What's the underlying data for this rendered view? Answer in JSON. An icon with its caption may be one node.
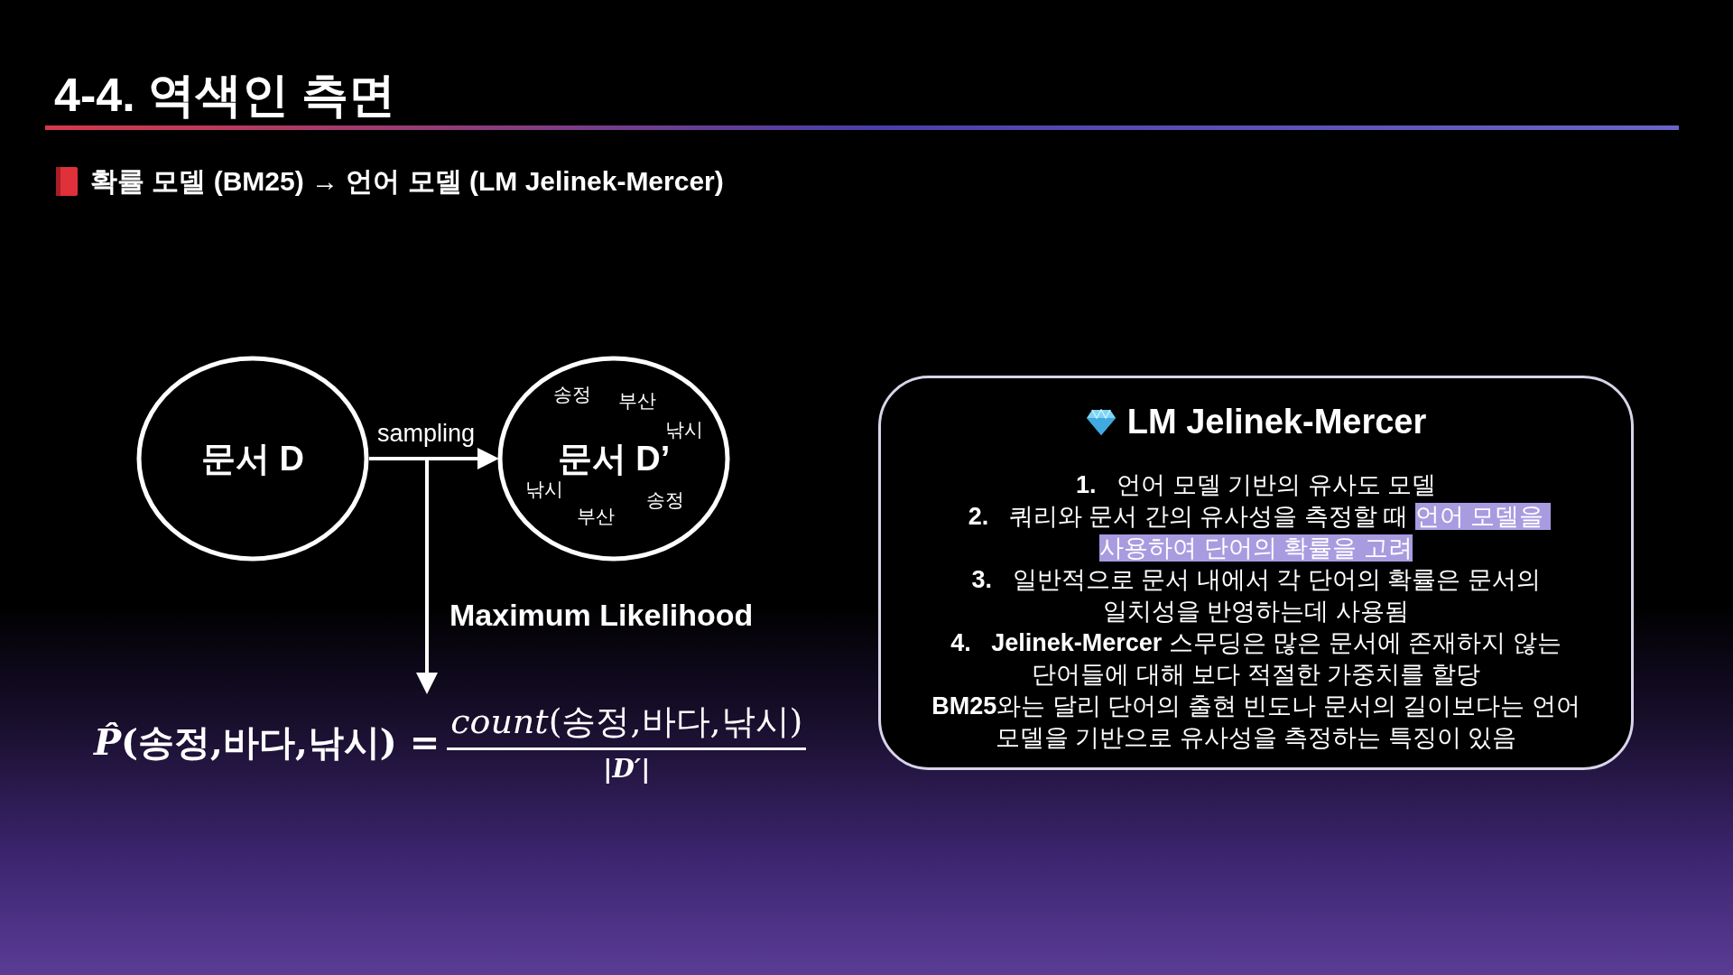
{
  "diagram": {
    "title": "4-4. 역색인 측면",
    "nodes": [
      {
        "text": [
          "문서 D"
        ]
      },
      {
        "text": [
          "송정",
          "부산",
          "낚시",
          "문서 D’",
          "낚시",
          "부산",
          "송정"
        ]
      },
      {
        "text": [
          "*P̂*(송정,바다,낚시) =",
          "*count*(송정,바다,낚시)",
          "|D′|"
        ]
      },
      {
        "text": [
          "LM Jelinek-Mercer",
          "**1.**   언어 모델 기반의 유사도 모델",
          "**2.**   쿼리와 문서 간의 유사성을 측정할 때",
          "언어 모델을 사용하여 단어의 확률을 고려",
          "**3.**   일반적으로 문서 내에서 각 단어의 확률은 문서의 일치성을 반영하는데 사용됨",
          "**4.**   **Jelinek-Mercer** 스무딩은 많은 문서에 존재하지 않는 단어들에 대해 보다 적절한 가중치를 할당",
          "**BM25**와는 달리 단어의 출현 빈도나 문서의 길이보다는 언어 모델을 기반으로 유사성을 측정하는 특징이 있음"
        ]
      }
    ],
    "edges": [
      {
        "from": 0,
        "to": 1,
        "arrow": "to",
        "label": "sampling"
      },
      {
        "from": 0,
        "to": 2,
        "arrow": "to",
        "label": "Maximum Likelihood"
      }
    ],
    "labels": [
      "확률 모델 (BM25) → 언어 모델 (LM Jelinek-Mercer)"
    ]
  }
}
